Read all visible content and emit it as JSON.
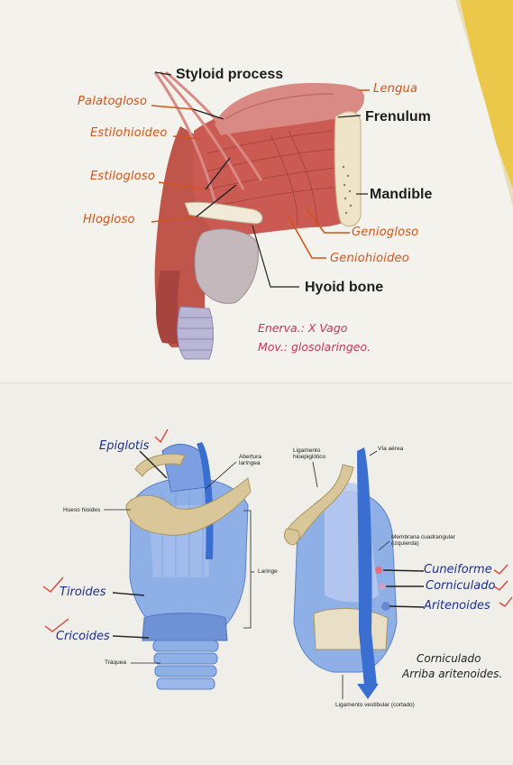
{
  "top_figure": {
    "printed_labels": {
      "styloid": "Styloid process",
      "frenulum": "Frenulum",
      "mandible": "Mandible",
      "hyoid": "Hyoid bone"
    },
    "handwritten_labels": {
      "palatogloso": "Palatogloso",
      "estilohioideo": "Estilohioideo",
      "estilogloso": "Estilogloso",
      "hiogloso": "HIogloso",
      "lengua": "Lengua",
      "geniogloso": "Geniogloso",
      "geniohioideo": "Geniohioideo"
    },
    "note_line1": "Enerva.: X Vago",
    "note_line2": "Mov.: glosolaringeo."
  },
  "bottom_left": {
    "printed": {
      "hueso_hioides": "Hueso hioides",
      "abertura": "Abertura laríngea",
      "laringe": "Laringe",
      "traquea": "Tráquea"
    },
    "handwritten": {
      "epiglotis": "Epiglotis",
      "tiroides": "Tiroides",
      "cricoides": "Cricoides"
    }
  },
  "bottom_right": {
    "printed": {
      "ligamento_hioepiglotico": "Ligamento hioepiglótico",
      "via_aerea": "Vía aérea",
      "membrana": "Membrana cuadrangular (izquierda)",
      "ligamento_vestibular": "Ligamento vestibular (cortado)"
    },
    "handwritten": {
      "cuneiforme": "Cuneiforme",
      "corniculado": "Corniculado",
      "aritenoides": "Aritenoides",
      "note_line1": "Corniculado",
      "note_line2": "Arriba aritenoides."
    }
  },
  "colors": {
    "paper": "#f3f1ea",
    "muscle": "#c4564f",
    "cartilage_blue": "#6f92d6",
    "orange_ink": "#d35418",
    "blue_ink": "#1d2f8c",
    "pink_ink": "#c2365b"
  }
}
